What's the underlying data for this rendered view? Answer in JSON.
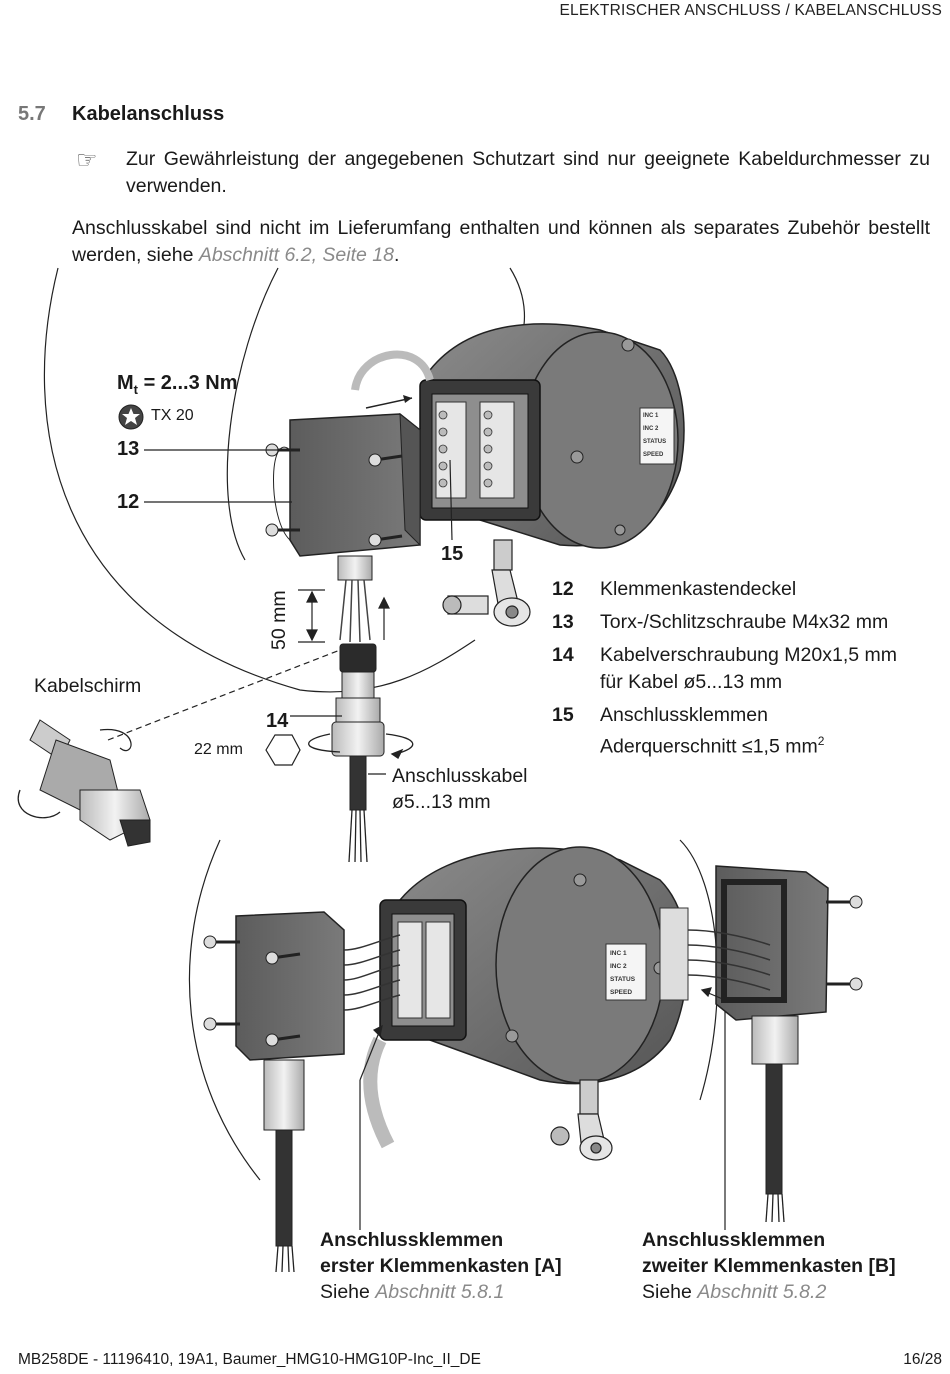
{
  "header": {
    "title": "ELEKTRISCHER ANSCHLUSS / KABELANSCHLUSS"
  },
  "section": {
    "number": "5.7",
    "title": "Kabelanschluss"
  },
  "note": {
    "icon": "pointing-hand-icon",
    "text": "Zur Gewährleistung der angegebenen Schutzart sind nur geeignete Kabeldurchmesser zu verwenden."
  },
  "paragraph": {
    "text": "Anschlusskabel sind nicht im Lieferumfang enthalten und können als separates Zubehör bestellt werden, siehe ",
    "ref": "Abschnitt 6.2, Seite 18",
    "end": "."
  },
  "figure": {
    "torque_prefix": "M",
    "torque_sub": "t",
    "torque_value": " = 2...3 Nm",
    "torx_label": "TX 20",
    "label_13": "13",
    "label_12": "12",
    "label_15": "15",
    "label_14": "14",
    "dim_50": "50 mm",
    "wrench_size": "22 mm",
    "kabelschirm": "Kabelschirm",
    "cable_line1": "Anschlusskabel",
    "cable_line2": "ø5...13 mm",
    "panel_labels": [
      "INC 1",
      "INC 2",
      "STATUS",
      "SPEED"
    ]
  },
  "legend": [
    {
      "num": "12",
      "text": "Klemmenkastendeckel"
    },
    {
      "num": "13",
      "text": "Torx-/Schlitzschraube M4x32 mm"
    },
    {
      "num": "14",
      "text": "Kabelverschraubung M20x1,5 mm",
      "text2": "für Kabel ø5...13 mm"
    },
    {
      "num": "15",
      "text": "Anschlussklemmen",
      "text2": "Aderquerschnitt ≤1,5 mm",
      "sup": "2"
    }
  ],
  "callout_a": {
    "line1": "Anschlussklemmen",
    "line2": "erster Klemmenkasten [A]",
    "see": "Siehe ",
    "ref": "Abschnitt 5.8.1"
  },
  "callout_b": {
    "line1": "Anschlussklemmen",
    "line2": "zweiter Klemmenkasten [B]",
    "see": "Siehe ",
    "ref": "Abschnitt 5.8.2"
  },
  "footer": {
    "doc": "MB258DE - 11196410, 19A1, Baumer_HMG10-HMG10P-Inc_II_DE",
    "page": "16/28"
  },
  "colors": {
    "device_gray": "#6f6f6f",
    "text": "#1a1a1a",
    "ref_gray": "#8a8a8a"
  }
}
